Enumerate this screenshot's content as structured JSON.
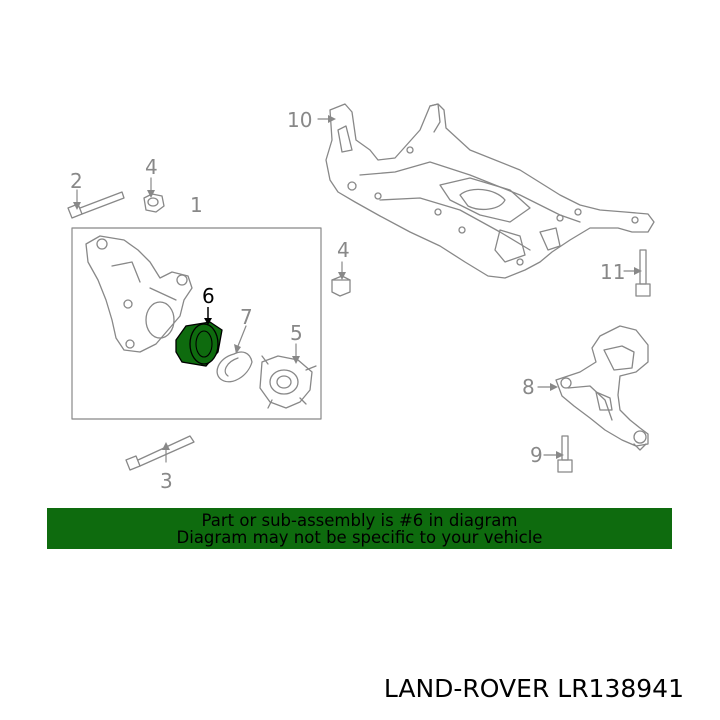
{
  "diagram": {
    "callouts": [
      {
        "id": "1",
        "label": "1"
      },
      {
        "id": "2",
        "label": "2"
      },
      {
        "id": "3",
        "label": "3"
      },
      {
        "id": "4a",
        "label": "4"
      },
      {
        "id": "4b",
        "label": "4"
      },
      {
        "id": "5",
        "label": "5"
      },
      {
        "id": "6",
        "label": "6"
      },
      {
        "id": "7",
        "label": "7"
      },
      {
        "id": "8",
        "label": "8"
      },
      {
        "id": "9",
        "label": "9"
      },
      {
        "id": "10",
        "label": "10"
      },
      {
        "id": "11",
        "label": "11"
      }
    ],
    "highlight_color": "#0e6b0e",
    "line_color": "#888888"
  },
  "banner": {
    "line1": "Part or sub-assembly is #6 in diagram",
    "line2": "Diagram may not be specific to your vehicle",
    "background": "#0e6b0e"
  },
  "part_id": "LAND-ROVER LR138941"
}
